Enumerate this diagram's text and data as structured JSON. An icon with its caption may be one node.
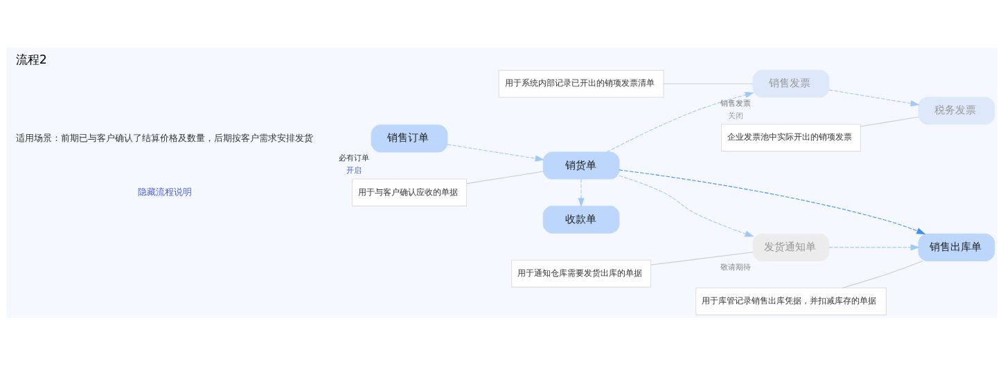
{
  "diagram": {
    "title": "流程2",
    "nodes": [
      {
        "text": [
          "销售订单"
        ],
        "beside": [
          "必有订单",
          "开启"
        ]
      },
      {
        "text": [
          "收款单"
        ]
      },
      {
        "text": [
          "销货单"
        ]
      },
      {
        "text": [
          "销售发票"
        ],
        "beside": [
          "销售发票",
          "关闭"
        ]
      },
      {
        "text": [
          "税务发票"
        ]
      },
      {
        "text": [
          "发货通知单"
        ],
        "beside": [
          "敬请期待"
        ]
      },
      {
        "text": [
          "销售出库单"
        ]
      },
      {
        "text": [
          "用于与客户确认应收的单据"
        ]
      },
      {
        "text": [
          "用于系统内部记录已开出的销项发票清单"
        ]
      },
      {
        "text": [
          "企业发票池中实际开出的销项发票"
        ]
      },
      {
        "text": [
          "用于通知仓库需要发货出库的单据"
        ]
      },
      {
        "text": [
          "用于库管记录销售出库凭据，并扣减库存的单据"
        ]
      }
    ],
    "edges": [
      {
        "from": 0,
        "to": 2,
        "arrow": "to",
        "style": "dashed"
      },
      {
        "from": 2,
        "to": 1,
        "arrow": "to",
        "style": "dashed"
      },
      {
        "from": 2,
        "to": 3,
        "arrow": "to",
        "style": "dashed"
      },
      {
        "from": 3,
        "to": 4,
        "arrow": "to",
        "style": "dashed"
      },
      {
        "from": 2,
        "to": 5,
        "arrow": "to",
        "style": "dashed"
      },
      {
        "from": 2,
        "to": 6,
        "arrow": "to",
        "style": "dashed",
        "color": "#3d8ef7"
      },
      {
        "from": 5,
        "to": 6,
        "arrow": "to",
        "style": "dashed"
      },
      {
        "from": 7,
        "to": 2,
        "arrow": "none"
      },
      {
        "from": 8,
        "to": 3,
        "arrow": "none"
      },
      {
        "from": 9,
        "to": 4,
        "arrow": "none"
      },
      {
        "from": 10,
        "to": 5,
        "arrow": "none"
      },
      {
        "from": 11,
        "to": 6,
        "arrow": "none"
      }
    ],
    "labels": [
      "适用场景：前期已与客户确认了结算价格及数量，后期按客户需求安排发货",
      "隐藏流程说明"
    ]
  }
}
